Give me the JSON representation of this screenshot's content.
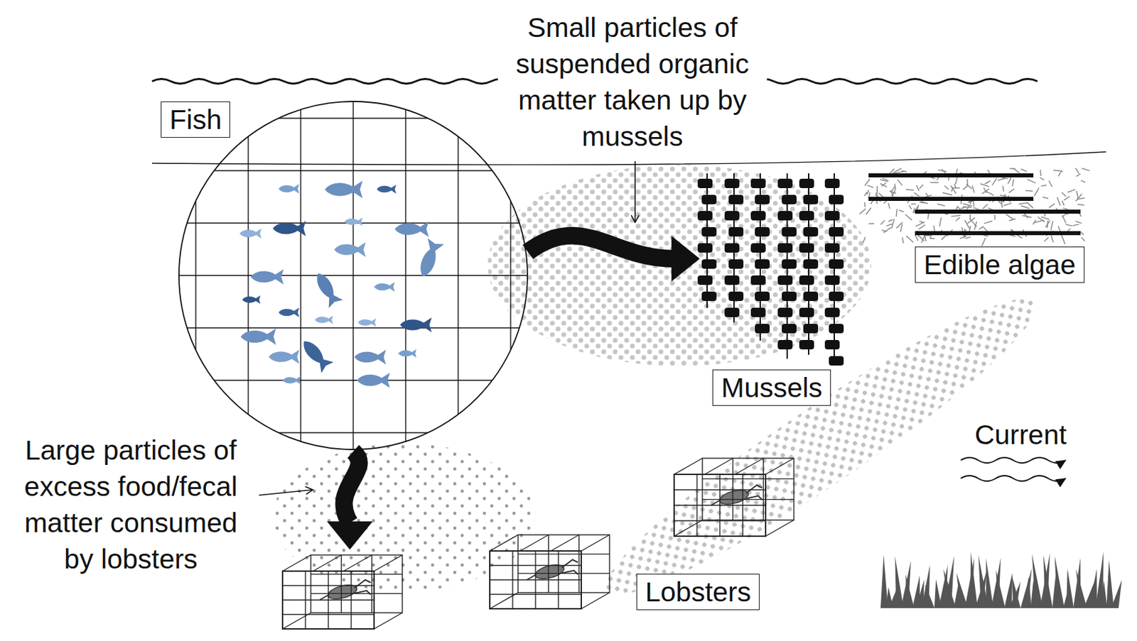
{
  "diagram": {
    "nodes": [
      {
        "text": [
          "Fish"
        ]
      },
      {
        "text": [
          "Mussels"
        ]
      },
      {
        "text": [
          "Edible algae"
        ]
      },
      {
        "text": [
          "Lobsters"
        ]
      }
    ],
    "edges": [
      {
        "from": 0,
        "to": 1,
        "arrow": "to"
      },
      {
        "from": 0,
        "to": 3,
        "arrow": "to"
      }
    ],
    "labels": [
      "Small particles of suspended organic matter taken up by mussels",
      "Large particles of excess food/fecal matter consumed by lobsters",
      "Current"
    ]
  }
}
